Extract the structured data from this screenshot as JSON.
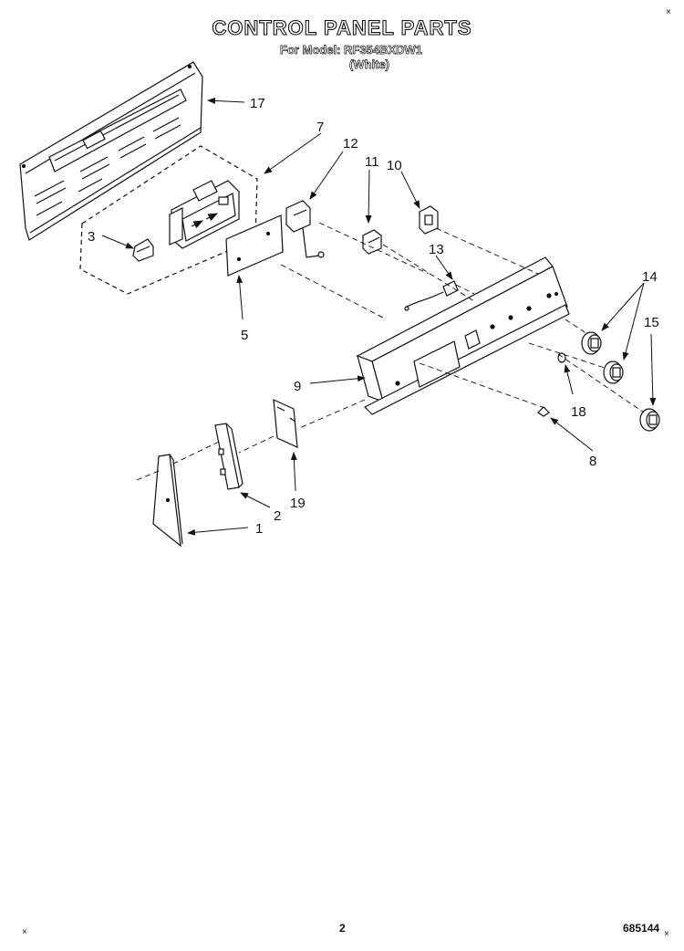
{
  "header": {
    "title": "CONTROL PANEL PARTS",
    "model_line": "For Model: RF354BXDW1",
    "color_line": "(White)"
  },
  "callouts": {
    "p1": "1",
    "p2": "2",
    "p3": "3",
    "p5": "5",
    "p7": "7",
    "p8": "8",
    "p9": "9",
    "p10": "10",
    "p11": "11",
    "p12": "12",
    "p13": "13",
    "p14": "14",
    "p15": "15",
    "p17": "17",
    "p18": "18",
    "p19": "19"
  },
  "footer": {
    "page_number": "2",
    "document_number": "685144"
  }
}
